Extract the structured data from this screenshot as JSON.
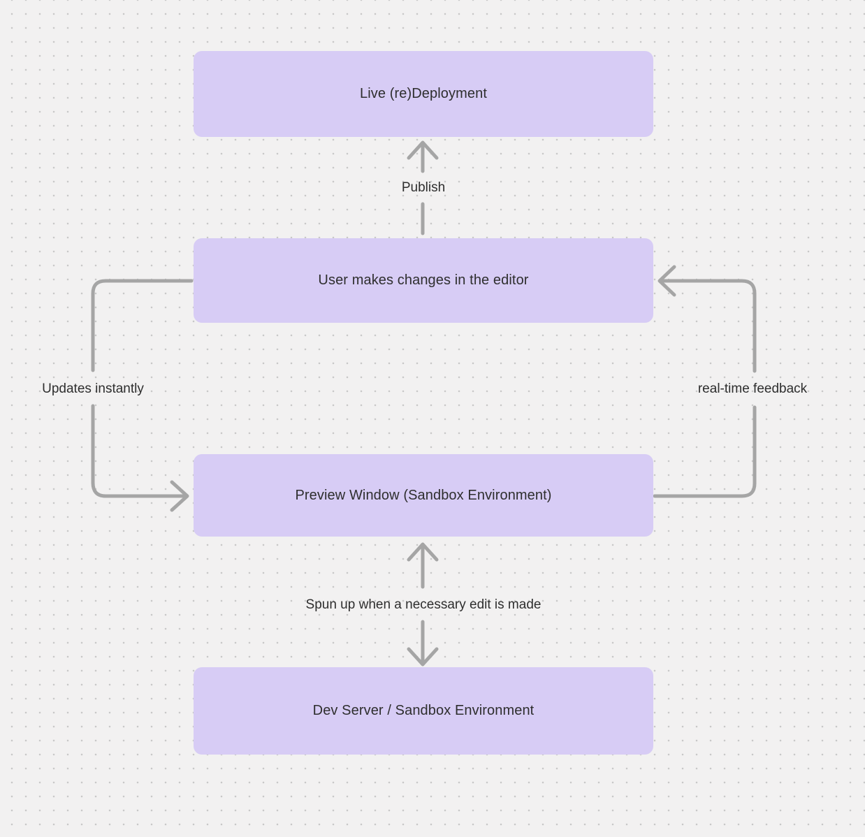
{
  "diagram": {
    "nodes": [
      {
        "id": "live-redeployment",
        "label": "Live (re)Deployment"
      },
      {
        "id": "user-editor",
        "label": "User makes changes in the editor"
      },
      {
        "id": "preview-window",
        "label": "Preview Window (Sandbox Environment)"
      },
      {
        "id": "dev-server",
        "label": "Dev Server / Sandbox Environment"
      }
    ],
    "edges": [
      {
        "label": "Publish",
        "from": "user-editor",
        "to": "live-redeployment",
        "direction": "up"
      },
      {
        "label": "Updates instantly",
        "from": "user-editor",
        "to": "preview-window",
        "direction": "left-side-down"
      },
      {
        "label": "real-time feedback",
        "from": "preview-window",
        "to": "user-editor",
        "direction": "right-side-up"
      },
      {
        "label": "Spun up when a necessary edit is made",
        "from": "preview-window",
        "to": "dev-server",
        "direction": "bidirectional"
      }
    ],
    "colors": {
      "node_fill": "#d7ccf5",
      "arrow_stroke": "#a5a5a5",
      "label_text": "#2e2e2e",
      "canvas_background": "#f2f1f1",
      "grid_dot": "#c8c8c8"
    }
  }
}
